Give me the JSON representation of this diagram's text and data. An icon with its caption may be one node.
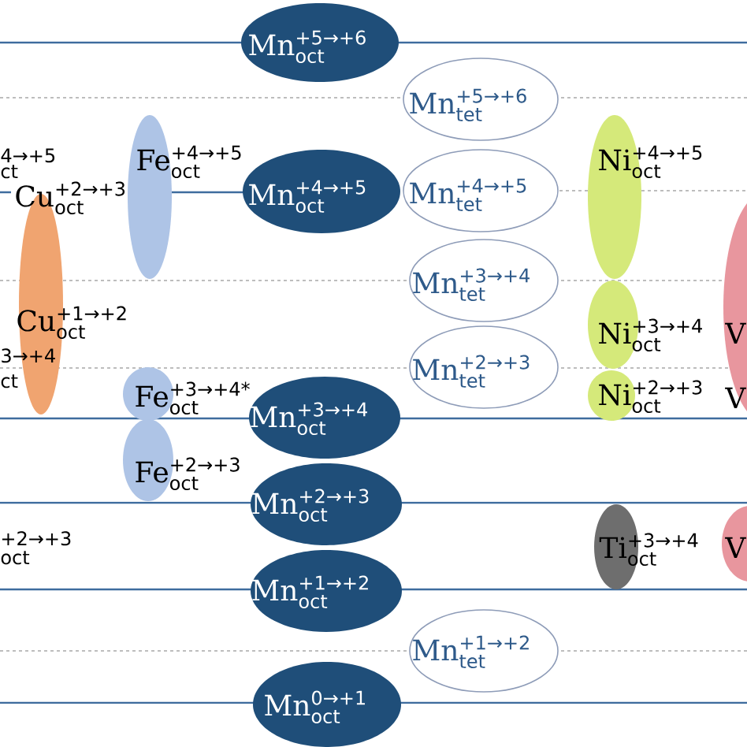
{
  "diagram": {
    "nodes": [
      {
        "text": [
          "Mn$_{oct}$$^{+5→+6}$"
        ]
      },
      {
        "text": [
          "Mn$_{tet}$$^{+5→+6}$"
        ]
      },
      {
        "text": [
          "Fe$_{oct}$$^{+4→+5}$"
        ]
      },
      {
        "text": [
          "Cu$_{oct}$$^{+2→+3}$",
          "Cu$_{oct}$$^{+1→+2}$"
        ]
      },
      {
        "text": [
          "Mn$_{oct}$$^{+4→+5}$"
        ]
      },
      {
        "text": [
          "Mn$_{tet}$$^{+4→+5}$"
        ]
      },
      {
        "text": [
          "Ni$_{oct}$$^{+4→+5}$"
        ]
      },
      {
        "text": [
          "V",
          "V"
        ]
      },
      {
        "text": [
          "Mn$_{tet}$$^{+3→+4}$"
        ]
      },
      {
        "text": [
          "Ni$_{oct}$$^{+3→+4}$"
        ]
      },
      {
        "text": [
          "Mn$_{tet}$$^{+2→+3}$"
        ]
      },
      {
        "text": [
          "Fe$_{oct}$$^{+3→+4*}$"
        ]
      },
      {
        "text": [
          "Ni$_{oct}$$^{+2→+3}$"
        ]
      },
      {
        "text": [
          "Mn$_{oct}$$^{+3→+4}$"
        ]
      },
      {
        "text": [
          "Fe$_{oct}$$^{+2→+3}$"
        ]
      },
      {
        "text": [
          "Mn$_{oct}$$^{+2→+3}$"
        ]
      },
      {
        "text": [
          "Ti$_{oct}$$^{+3→+4}$"
        ]
      },
      {
        "text": [
          "V"
        ]
      },
      {
        "text": [
          "Mn$_{oct}$$^{+1→+2}$"
        ]
      },
      {
        "text": [
          "Mn$_{tet}$$^{+1→+2}$"
        ]
      },
      {
        "text": [
          "Mn$_{oct}$$^{0→+1}$"
        ]
      }
    ],
    "labels": [
      "4→+5",
      "ct",
      "3→+4",
      "ct",
      "+2→+3",
      "oct"
    ]
  }
}
